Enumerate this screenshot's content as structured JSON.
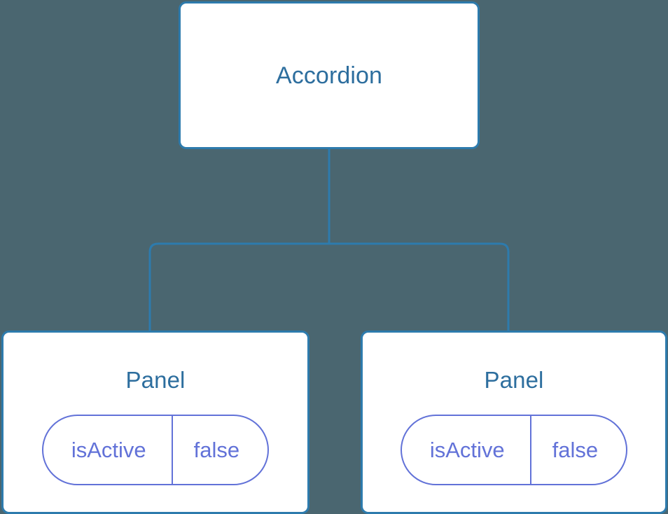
{
  "diagram": {
    "type": "component-tree",
    "background_color": "#4a6670",
    "node_border_color": "#2d7bad",
    "node_text_color": "#2d6e9e",
    "pill_color": "#6272d8",
    "connector_color": "#2d7bad",
    "root": {
      "label": "Accordion"
    },
    "children": [
      {
        "label": "Panel",
        "state": {
          "key": "isActive",
          "value": "false"
        }
      },
      {
        "label": "Panel",
        "state": {
          "key": "isActive",
          "value": "false"
        }
      }
    ]
  }
}
